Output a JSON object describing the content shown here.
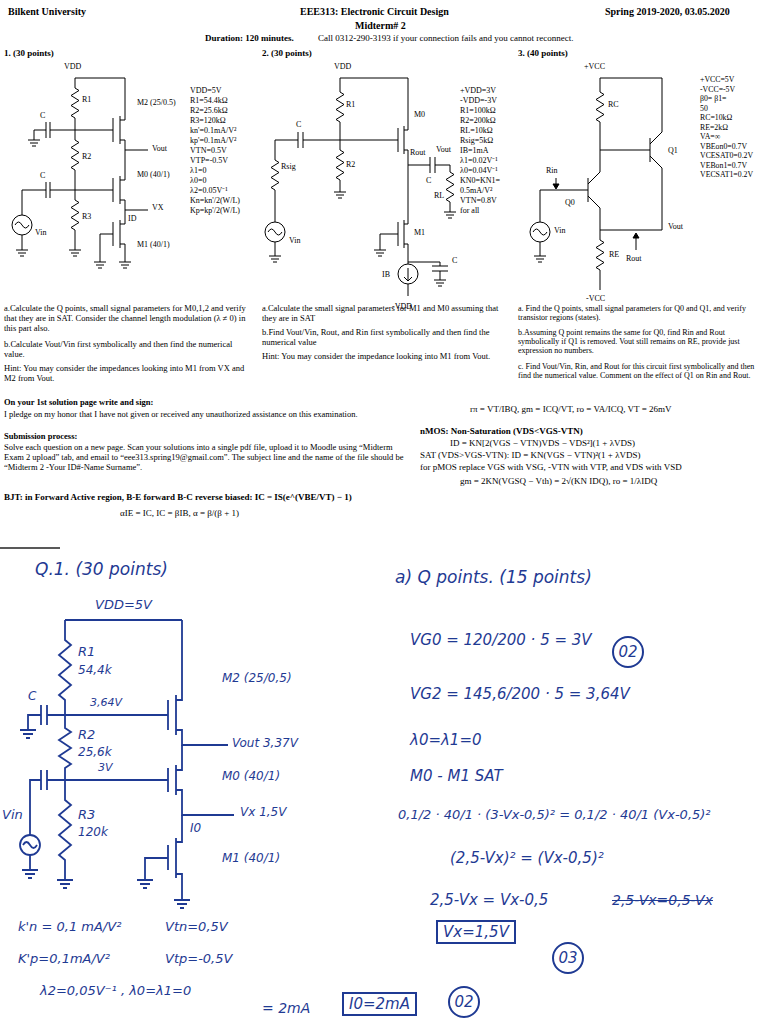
{
  "diagram": {
    "nodes": [
      {
        "text": [
          "02"
        ]
      },
      {
        "text": [
          "Vx=1,5V"
        ]
      },
      {
        "text": [
          "03"
        ]
      },
      {
        "text": [
          "I0=2mA"
        ]
      },
      {
        "text": [
          "02"
        ]
      }
    ],
    "labels": [
      "Bilkent University",
      "EEE313: Electronic Circuit Design",
      "Spring 2019-2020, 03.05.2020",
      "Midterm# 2",
      "Duration: 120 minutes.",
      "Call 0312-290-3193 if your connection fails and you cannot reconnect.",
      "1. (30 points)",
      "2. (30 points)",
      "3. (40 points)",
      "VDD",
      "R1",
      "C",
      "R2",
      "C",
      "R3",
      "M2 (25/0.5)",
      "Vout",
      "M0 (40/1)",
      "VX",
      "ID",
      "M1 (40/1)",
      "Vin",
      "VDD=5V",
      "R1=54.4kΩ",
      "R2=25.6kΩ",
      "R3=120kΩ",
      "kn'=0.1mA/V²",
      "kp'=0.1mA/V²",
      "VTN=0.5V",
      "VTP=-0.5V",
      "λ1=0",
      "λ0=0",
      "λ2=0.05V⁻¹",
      "Kn=kn'/2(W/L)",
      "Kp=kp'/2(W/L)",
      "a.Calculate the Q points, small signal parameters for M0,1,2 and verify that they are in SAT. Consider the channel length modulation (λ ≠ 0) in this part also.",
      "b.Calculate Vout/Vin first symbolically and then find the numerical value.",
      "Hint: You may consider the impedances looking into M1 from VX and M2 from Vout.",
      "VDD",
      "Rsig",
      "R1",
      "C",
      "R2",
      "M0",
      "Rout",
      "Vout",
      "C",
      "RL",
      "M1",
      "Vin",
      "IB",
      "C",
      "-VDD",
      "+VDD=3V",
      "-VDD=-3V",
      "R1=100kΩ",
      "R2=200kΩ",
      "RL=10kΩ",
      "Rsig=5kΩ",
      "IB=1mA",
      "λ1=0.02V⁻¹",
      "λ0=0.04V⁻¹",
      "KN0=KN1=",
      "0.5mA/V²",
      "VTN=0.8V",
      "for all",
      "a.Calculate the small signal parameters for M1 and M0 assuming that they are in SAT",
      "b.Find Vout/Vin, Rout, and Rin first symbolically and then find the numerical value",
      "Hint: You may consider the impedance looking into M1 from Vout.",
      "+VCC",
      "RC",
      "Q1",
      "Rin",
      "Q0",
      "Vin",
      "Vout",
      "RE",
      "Rout",
      "-VCC",
      "+VCC=5V",
      "-VCC=-5V",
      "β0= β1=",
      "50",
      "RC=10kΩ",
      "RE=2kΩ",
      "VA=∞",
      "VBEon0=0.7V",
      "VCESAT0=0.2V",
      "VEBon1=0.7V",
      "VECSAT1=0.2V",
      "a. Find the Q points, small signal parameters for Q0 and Q1, and verify transistor regions (states).",
      "b.Assuming Q point remains the same for Q0, find Rin and Rout symbolically if Q1 is removed. Vout still remains on RE, provide just expression no numbers.",
      "c. Find Vout/Vin, Rin, and Rout for this circuit first symbolically and then find the numerical value. Comment on the effect of Q1 on Rin and Rout.",
      "On your 1st solution page write and sign:",
      "I pledge on my honor that I have not given or received any unauthorized assistance on this examination.",
      "Submission process:",
      "Solve each question on a new page. Scan your solutions into a single pdf file, upload it to Moodle using “Midterm Exam 2 upload” tab, and email to “eee313.spring19@gmail.com”. The subject line and the name of the file should be “Midterm 2 -Your ID#-Name Surname”.",
      "BJT: in Forward Active region, B-E forward B-C reverse biased: IC = IS(e^(VBE/VT) − 1)",
      "αIE = IC,      IC = βIB,      α = β/(β + 1)",
      "rπ = VT/IBQ, gm = ICQ/VT, ro = VA/ICQ, VT = 26mV",
      "nMOS: Non-Saturation (VDS<VGS-VTN)",
      "ID = KN[2(VGS − VTN)VDS − VDS²](1 + λVDS)",
      "SAT (VDS>VGS-VTN): ID = KN(VGS − VTN)²(1 + λVDS)",
      "for pMOS replace VGS with VSG, -VTN with VTP, and VDS with VSD",
      "gm = 2KN(VGSQ − Vth) = 2√(KN IDQ), ro = 1/λIDQ",
      "Q.1. (30 points)",
      "a) Q points. (15 points)",
      "VDD=5V",
      "R1",
      "54,4k",
      "C",
      "M2 (25/0,5)",
      "3,64V",
      "Vout 3,37V",
      "R2",
      "25,6k",
      "3V",
      "M0 (40/1)",
      "Vx 1,5V",
      "I0",
      "Vin",
      "R3",
      "120k",
      "M1 (40/1)",
      "k'n = 0,1 mA/V²",
      "Vtn=0,5V",
      "K'p=0,1mA/V²",
      "Vtp=-0,5V",
      "λ2=0,05V⁻¹ , λ0=λ1=0",
      "= 2mA",
      "VG0 = 120/200 · 5 = 3V",
      "VG2 = 145,6/200 · 5 = 3,64V",
      "λ0=λ1=0",
      "M0 - M1 SAT",
      "0,1/2 · 40/1 · (3-Vx-0,5)² = 0,1/2 · 40/1 (Vx-0,5)²",
      "(2,5-Vx)² = (Vx-0,5)²",
      "2,5-Vx = Vx-0,5",
      "2,5-Vx=0,5-Vx"
    ]
  }
}
